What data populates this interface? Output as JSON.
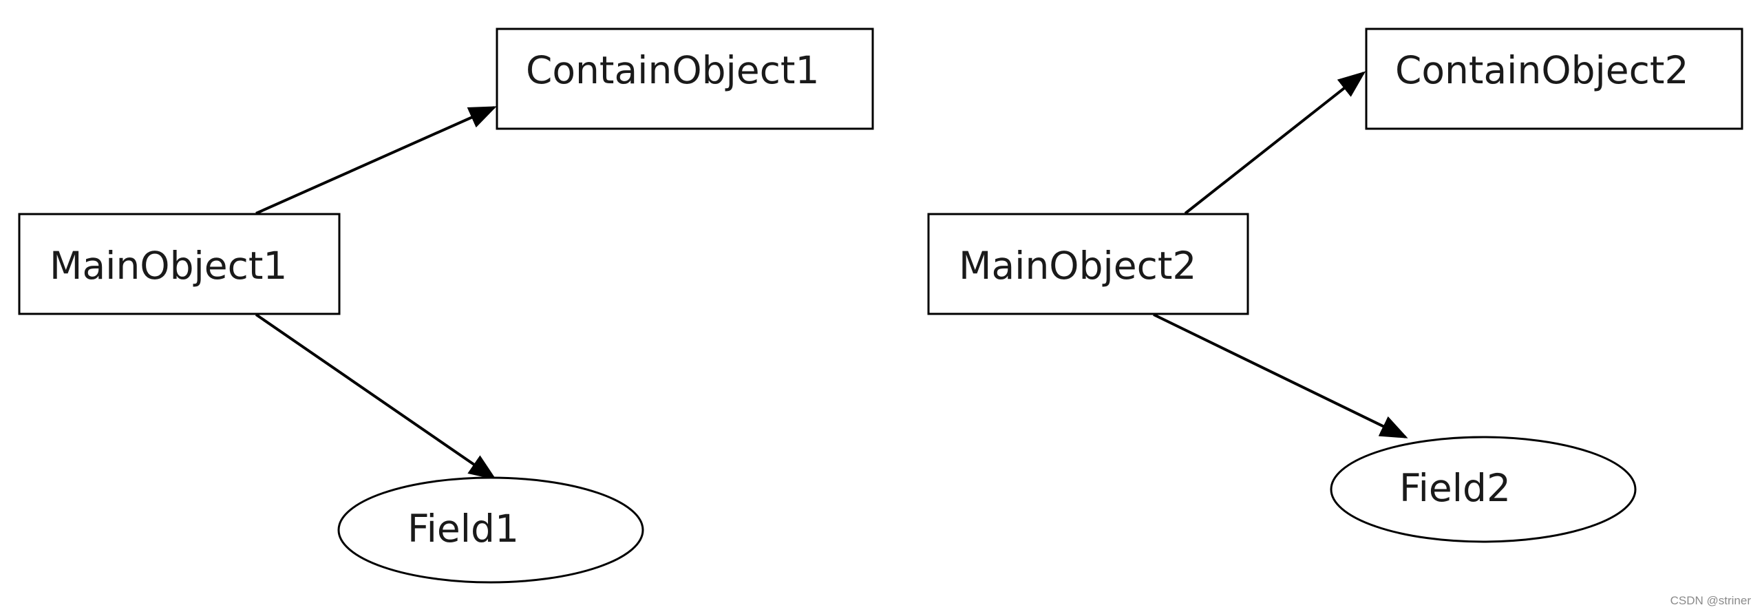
{
  "diagram": {
    "nodes": [
      {
        "id": "main1",
        "label": "MainObject1",
        "shape": "rectangle"
      },
      {
        "id": "contain1",
        "label": "ContainObject1",
        "shape": "rectangle"
      },
      {
        "id": "field1",
        "label": "Field1",
        "shape": "ellipse"
      },
      {
        "id": "main2",
        "label": "MainObject2",
        "shape": "rectangle"
      },
      {
        "id": "contain2",
        "label": "ContainObject2",
        "shape": "rectangle"
      },
      {
        "id": "field2",
        "label": "Field2",
        "shape": "ellipse"
      }
    ],
    "edges": [
      {
        "from": "main1",
        "to": "contain1"
      },
      {
        "from": "main1",
        "to": "field1"
      },
      {
        "from": "main2",
        "to": "contain2"
      },
      {
        "from": "main2",
        "to": "field2"
      }
    ]
  },
  "watermark": "CSDN @striner"
}
